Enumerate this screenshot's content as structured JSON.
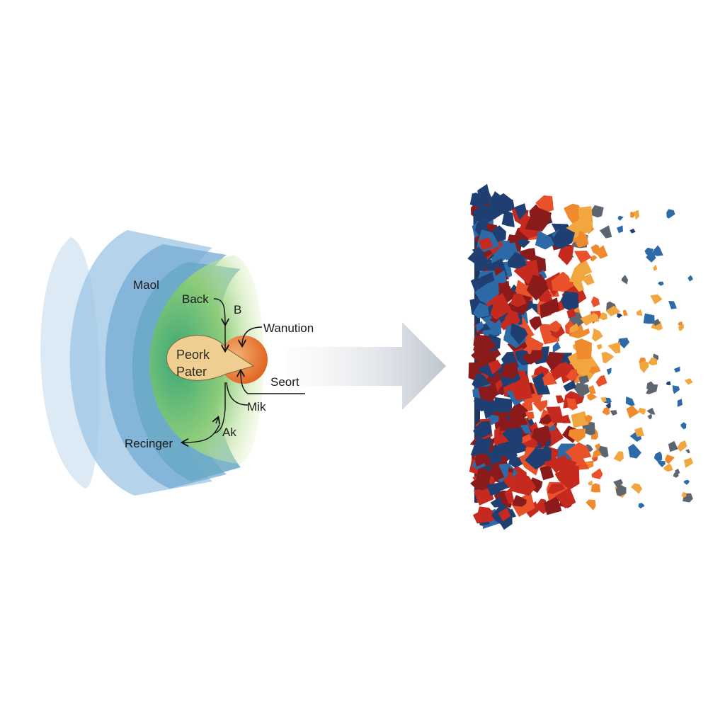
{
  "labels": {
    "maol": "Maol",
    "back": "Back",
    "b": "B",
    "wanution": "Wanution",
    "peork": "Peork",
    "pater": "Pater",
    "seort": "Seort",
    "mik": "Mik",
    "ak": "Ak",
    "recinger": "Recinger"
  },
  "colors": {
    "wave_blue": "#7fb0d8",
    "wave_green": "#8fd07a",
    "core_fill": "#efc98a",
    "orange_ball": "#e8743a",
    "arrow": "#c9ced6",
    "shard_palette": [
      "#1f3f73",
      "#2c6aa8",
      "#8b1a1a",
      "#c62a1e",
      "#e8512a",
      "#f08a2e",
      "#f2a640",
      "#5d6670",
      "#2a1a1a"
    ]
  }
}
